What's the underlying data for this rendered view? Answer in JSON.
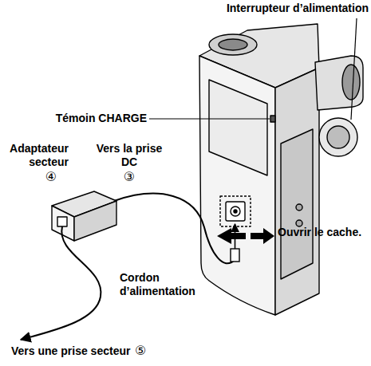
{
  "diagram": {
    "labels": [
      "Interrupteur d’alimentation",
      "Témoin CHARGE",
      "Vers la prise DC",
      "③",
      "Adaptateur secteur",
      "④",
      "Ouvrir le cache.",
      "Cordon d’alimentation",
      "Vers une prise secteur",
      "⑤"
    ]
  }
}
